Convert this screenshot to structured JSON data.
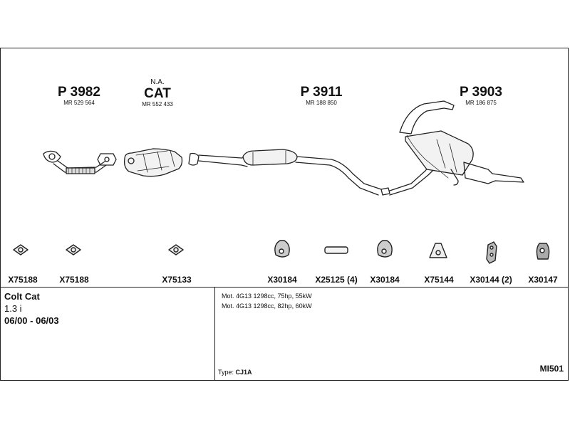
{
  "parts": [
    {
      "id": "P3982",
      "number": "P 3982",
      "mr": "MR 529 564"
    },
    {
      "id": "CAT",
      "note": "N.A.",
      "number": "CAT",
      "mr": "MR 552 433"
    },
    {
      "id": "P3911",
      "number": "P 3911",
      "mr": "MR 188 850"
    },
    {
      "id": "P3903",
      "number": "P 3903",
      "mr": "MR 186 875"
    }
  ],
  "accessories": [
    {
      "label": "X75188",
      "icon": "gasket-icon"
    },
    {
      "label": "X75188",
      "icon": "gasket-icon"
    },
    {
      "label": "X75133",
      "icon": "gasket-icon"
    },
    {
      "label": "X30184",
      "icon": "rubber-hanger-icon"
    },
    {
      "label": "X25125 (4)",
      "icon": "clamp-sleeve-icon"
    },
    {
      "label": "X30184",
      "icon": "rubber-hanger-icon"
    },
    {
      "label": "X75144",
      "icon": "triangular-gasket-icon"
    },
    {
      "label": "X30144 (2)",
      "icon": "mounting-rubber-icon"
    },
    {
      "label": "X30147",
      "icon": "rubber-mount-icon"
    }
  ],
  "vehicle": {
    "model": "Colt Cat",
    "engine": "1.3 i",
    "years": "06/00 - 06/03"
  },
  "motors": [
    "Mot. 4G13 1298cc, 75hp, 55kW",
    "Mot. 4G13 1298cc, 82hp, 60kW"
  ],
  "type": {
    "label": "Type:",
    "value": "CJ1A"
  },
  "diagram_code": "MI501"
}
